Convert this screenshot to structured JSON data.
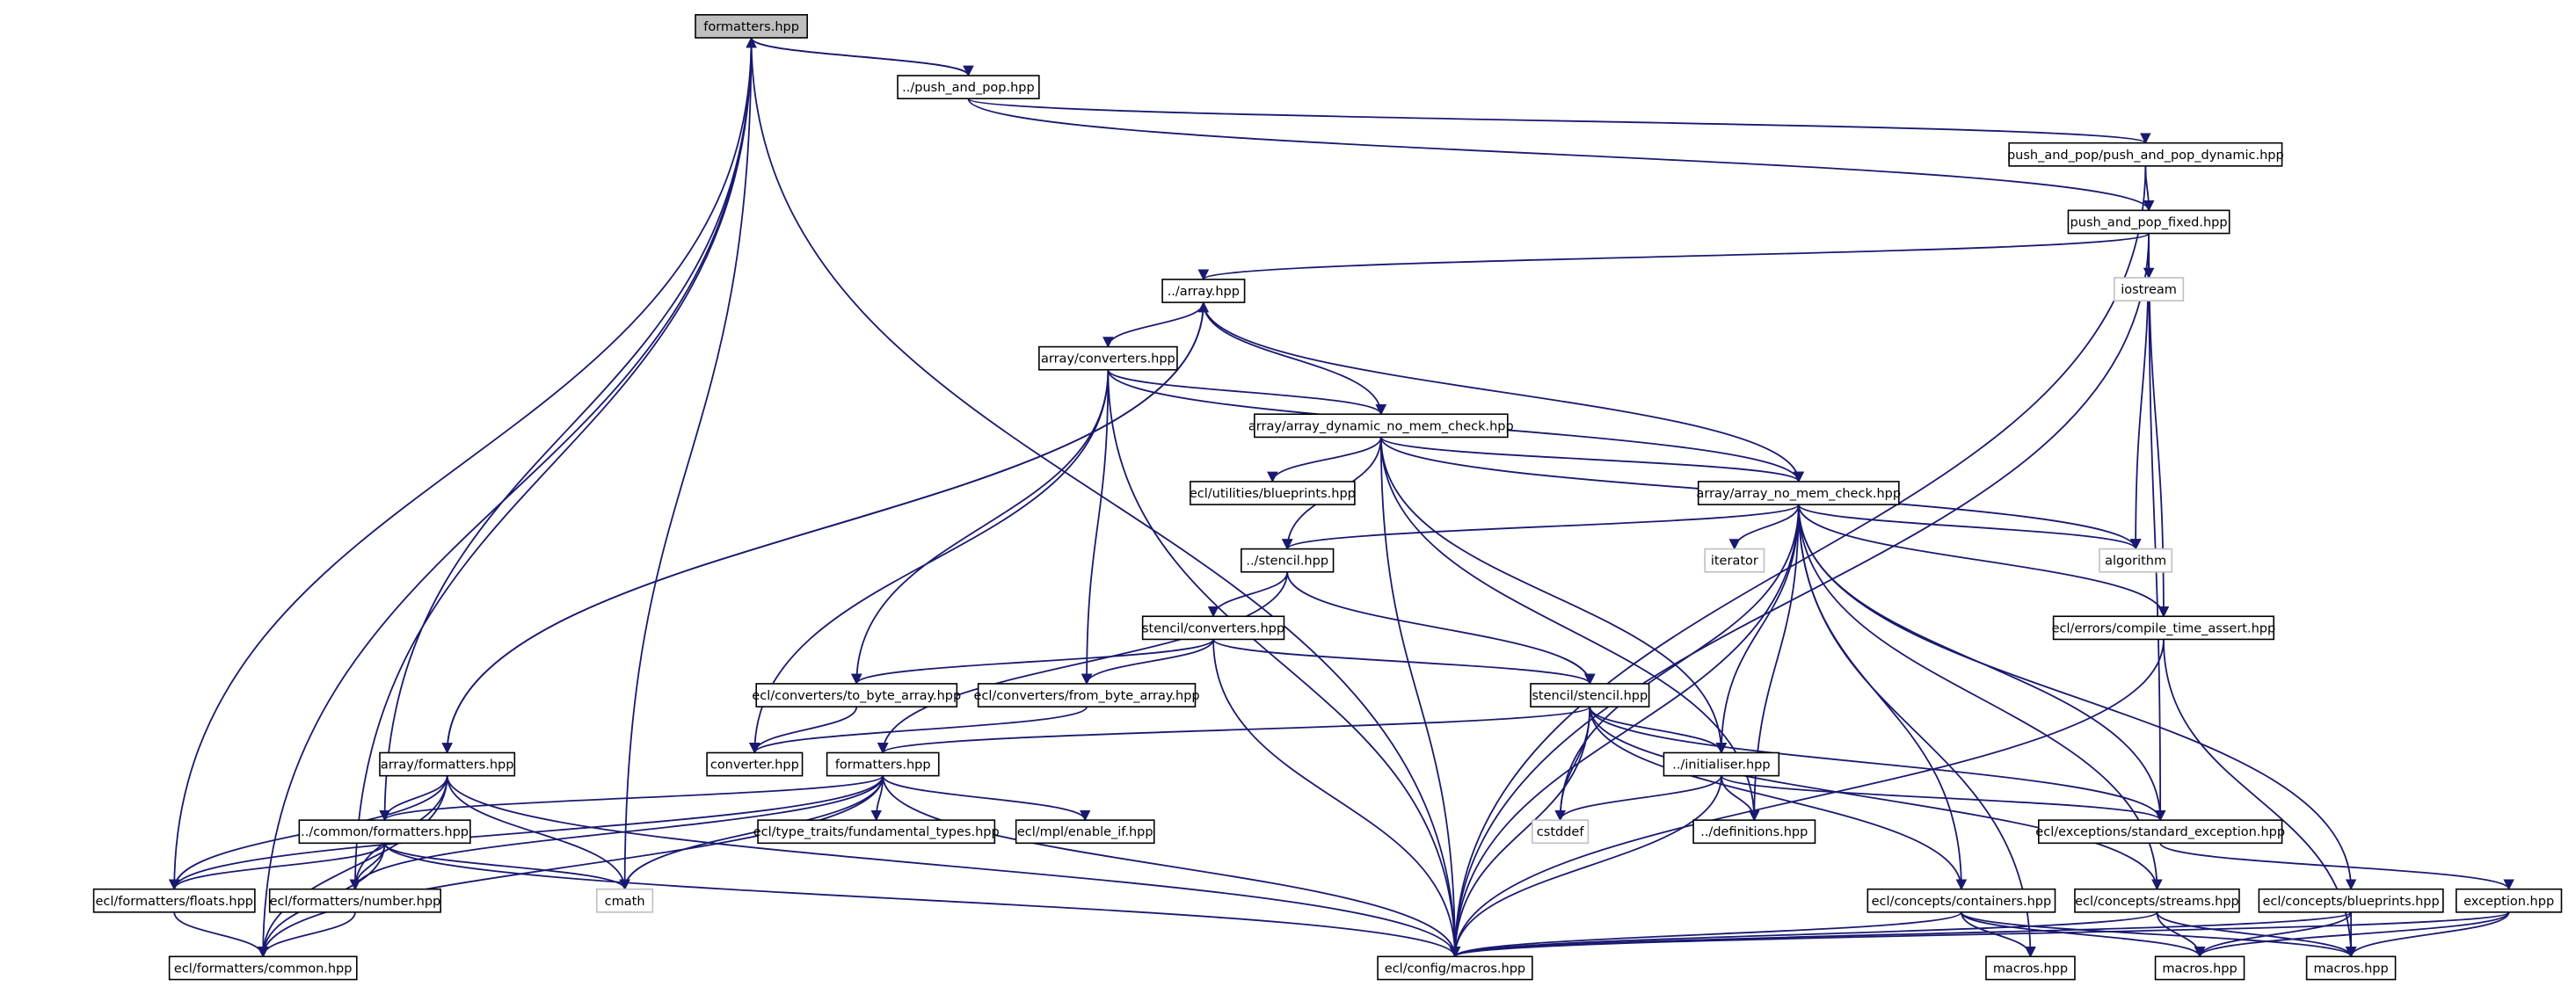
{
  "graph": {
    "nodes": [
      {
        "id": "root",
        "label": "formatters.hpp",
        "style": "root"
      },
      {
        "id": "push_and_pop",
        "label": "../push_and_pop.hpp"
      },
      {
        "id": "pp_dynamic",
        "label": "push_and_pop/push_and_pop_dynamic.hpp"
      },
      {
        "id": "pp_fixed",
        "label": "push_and_pop_fixed.hpp"
      },
      {
        "id": "iostream",
        "label": "iostream",
        "style": "ghost"
      },
      {
        "id": "array",
        "label": "../array.hpp"
      },
      {
        "id": "array_conv",
        "label": "array/converters.hpp"
      },
      {
        "id": "array_dyn",
        "label": "array/array_dynamic_no_mem_check.hpp"
      },
      {
        "id": "blueprints_util",
        "label": "ecl/utilities/blueprints.hpp"
      },
      {
        "id": "array_nmc",
        "label": "array/array_no_mem_check.hpp"
      },
      {
        "id": "iterator",
        "label": "iterator",
        "style": "ghost"
      },
      {
        "id": "algorithm",
        "label": "algorithm",
        "style": "ghost"
      },
      {
        "id": "stencil",
        "label": "../stencil.hpp"
      },
      {
        "id": "stencil_conv",
        "label": "stencil/converters.hpp"
      },
      {
        "id": "compile_assert",
        "label": "ecl/errors/compile_time_assert.hpp"
      },
      {
        "id": "to_byte",
        "label": "ecl/converters/to_byte_array.hpp"
      },
      {
        "id": "from_byte",
        "label": "ecl/converters/from_byte_array.hpp"
      },
      {
        "id": "stencil_stencil",
        "label": "stencil/stencil.hpp"
      },
      {
        "id": "array_fmt",
        "label": "array/formatters.hpp"
      },
      {
        "id": "converter",
        "label": "converter.hpp"
      },
      {
        "id": "formatters2",
        "label": "formatters.hpp"
      },
      {
        "id": "initialiser",
        "label": "../initialiser.hpp"
      },
      {
        "id": "common_fmt",
        "label": "../common/formatters.hpp"
      },
      {
        "id": "type_traits",
        "label": "ecl/type_traits/fundamental_types.hpp"
      },
      {
        "id": "enable_if",
        "label": "ecl/mpl/enable_if.hpp"
      },
      {
        "id": "cstddef",
        "label": "cstddef",
        "style": "ghost"
      },
      {
        "id": "definitions",
        "label": "../definitions.hpp"
      },
      {
        "id": "std_exception",
        "label": "ecl/exceptions/standard_exception.hpp"
      },
      {
        "id": "floats",
        "label": "ecl/formatters/floats.hpp"
      },
      {
        "id": "number",
        "label": "ecl/formatters/number.hpp"
      },
      {
        "id": "cmath",
        "label": "cmath",
        "style": "ghost"
      },
      {
        "id": "containers",
        "label": "ecl/concepts/containers.hpp"
      },
      {
        "id": "streams",
        "label": "ecl/concepts/streams.hpp"
      },
      {
        "id": "blueprints_c",
        "label": "ecl/concepts/blueprints.hpp"
      },
      {
        "id": "exception",
        "label": "exception.hpp"
      },
      {
        "id": "fmt_common",
        "label": "ecl/formatters/common.hpp"
      },
      {
        "id": "macros_cfg",
        "label": "ecl/config/macros.hpp"
      },
      {
        "id": "macros1",
        "label": "macros.hpp"
      },
      {
        "id": "macros2",
        "label": "macros.hpp"
      },
      {
        "id": "macros3",
        "label": "macros.hpp"
      }
    ],
    "edges": [
      [
        "root",
        "push_and_pop"
      ],
      [
        "root",
        "floats"
      ],
      [
        "root",
        "number"
      ],
      [
        "root",
        "common_fmt"
      ],
      [
        "root",
        "cmath"
      ],
      [
        "root",
        "fmt_common"
      ],
      [
        "root",
        "macros_cfg"
      ],
      [
        "push_and_pop",
        "root"
      ],
      [
        "push_and_pop",
        "pp_dynamic"
      ],
      [
        "push_and_pop",
        "pp_fixed"
      ],
      [
        "pp_dynamic",
        "pp_fixed"
      ],
      [
        "pp_dynamic",
        "macros_cfg"
      ],
      [
        "pp_fixed",
        "iostream"
      ],
      [
        "pp_fixed",
        "array"
      ],
      [
        "pp_fixed",
        "algorithm"
      ],
      [
        "pp_fixed",
        "compile_assert"
      ],
      [
        "pp_fixed",
        "std_exception"
      ],
      [
        "pp_fixed",
        "macros_cfg"
      ],
      [
        "array",
        "array_conv"
      ],
      [
        "array",
        "array_dyn"
      ],
      [
        "array",
        "array_nmc"
      ],
      [
        "array",
        "array_fmt"
      ],
      [
        "array_conv",
        "array_dyn"
      ],
      [
        "array_conv",
        "array_nmc"
      ],
      [
        "array_conv",
        "converter"
      ],
      [
        "array_conv",
        "to_byte"
      ],
      [
        "array_conv",
        "from_byte"
      ],
      [
        "array_conv",
        "macros_cfg"
      ],
      [
        "array_dyn",
        "blueprints_util"
      ],
      [
        "array_dyn",
        "array_nmc"
      ],
      [
        "array_dyn",
        "algorithm"
      ],
      [
        "array_dyn",
        "stencil"
      ],
      [
        "array_dyn",
        "initialiser"
      ],
      [
        "array_dyn",
        "definitions"
      ],
      [
        "array_dyn",
        "macros_cfg"
      ],
      [
        "array_nmc",
        "iterator"
      ],
      [
        "array_nmc",
        "algorithm"
      ],
      [
        "array_nmc",
        "stencil"
      ],
      [
        "array_nmc",
        "compile_assert"
      ],
      [
        "array_nmc",
        "initialiser"
      ],
      [
        "array_nmc",
        "definitions"
      ],
      [
        "array_nmc",
        "cstddef"
      ],
      [
        "array_nmc",
        "std_exception"
      ],
      [
        "array_nmc",
        "containers"
      ],
      [
        "array_nmc",
        "streams"
      ],
      [
        "array_nmc",
        "blueprints_c"
      ],
      [
        "array_nmc",
        "macros_cfg"
      ],
      [
        "array_nmc",
        "macros1"
      ],
      [
        "stencil",
        "stencil_conv"
      ],
      [
        "stencil",
        "stencil_stencil"
      ],
      [
        "stencil",
        "formatters2"
      ],
      [
        "stencil_conv",
        "to_byte"
      ],
      [
        "stencil_conv",
        "from_byte"
      ],
      [
        "stencil_conv",
        "stencil_stencil"
      ],
      [
        "stencil_conv",
        "macros_cfg"
      ],
      [
        "compile_assert",
        "macros_cfg"
      ],
      [
        "compile_assert",
        "macros3"
      ],
      [
        "to_byte",
        "converter"
      ],
      [
        "from_byte",
        "converter"
      ],
      [
        "stencil_stencil",
        "formatters2"
      ],
      [
        "stencil_stencil",
        "initialiser"
      ],
      [
        "stencil_stencil",
        "cstddef"
      ],
      [
        "stencil_stencil",
        "std_exception"
      ],
      [
        "stencil_stencil",
        "containers"
      ],
      [
        "stencil_stencil",
        "streams"
      ],
      [
        "stencil_stencil",
        "macros_cfg"
      ],
      [
        "array_fmt",
        "array"
      ],
      [
        "array_fmt",
        "common_fmt"
      ],
      [
        "array_fmt",
        "floats"
      ],
      [
        "array_fmt",
        "number"
      ],
      [
        "array_fmt",
        "cmath"
      ],
      [
        "array_fmt",
        "fmt_common"
      ],
      [
        "array_fmt",
        "macros_cfg"
      ],
      [
        "formatters2",
        "common_fmt"
      ],
      [
        "formatters2",
        "type_traits"
      ],
      [
        "formatters2",
        "enable_if"
      ],
      [
        "formatters2",
        "floats"
      ],
      [
        "formatters2",
        "number"
      ],
      [
        "formatters2",
        "cmath"
      ],
      [
        "formatters2",
        "fmt_common"
      ],
      [
        "formatters2",
        "macros_cfg"
      ],
      [
        "initialiser",
        "definitions"
      ],
      [
        "initialiser",
        "cstddef"
      ],
      [
        "initialiser",
        "std_exception"
      ],
      [
        "initialiser",
        "macros_cfg"
      ],
      [
        "common_fmt",
        "floats"
      ],
      [
        "common_fmt",
        "number"
      ],
      [
        "common_fmt",
        "cmath"
      ],
      [
        "common_fmt",
        "fmt_common"
      ],
      [
        "common_fmt",
        "macros_cfg"
      ],
      [
        "std_exception",
        "exception"
      ],
      [
        "floats",
        "fmt_common"
      ],
      [
        "number",
        "fmt_common"
      ],
      [
        "containers",
        "macros_cfg"
      ],
      [
        "containers",
        "macros1"
      ],
      [
        "containers",
        "macros2"
      ],
      [
        "containers",
        "macros3"
      ],
      [
        "streams",
        "macros_cfg"
      ],
      [
        "streams",
        "macros2"
      ],
      [
        "streams",
        "macros3"
      ],
      [
        "blueprints_c",
        "macros_cfg"
      ],
      [
        "blueprints_c",
        "macros2"
      ],
      [
        "blueprints_c",
        "macros3"
      ],
      [
        "exception",
        "macros_cfg"
      ],
      [
        "exception",
        "macros2"
      ],
      [
        "exception",
        "macros3"
      ]
    ]
  }
}
